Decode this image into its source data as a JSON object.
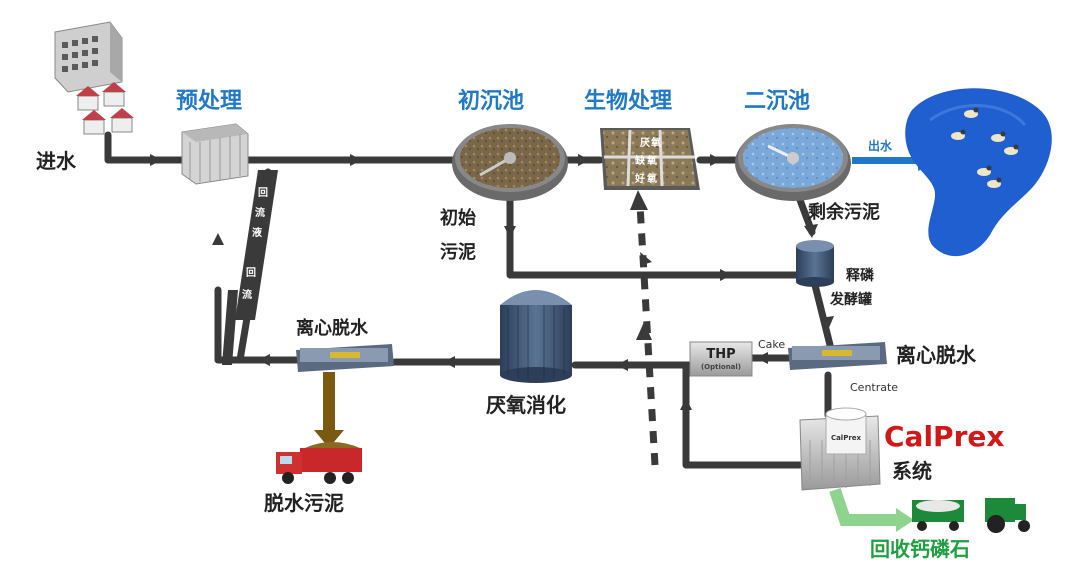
{
  "labels": {
    "inflow": "进水",
    "pretreatment": "预处理",
    "primary_clarifier": "初沉池",
    "biological_treatment": "生物处理",
    "secondary_clarifier": "二沉池",
    "outflow": "出水",
    "primary_sludge_1": "初始",
    "primary_sludge_2": "污泥",
    "excess_sludge": "剩余污泥",
    "p_release_1": "释磷",
    "p_release_2": "发酵罐",
    "centrifuge_left": "离心脱水",
    "centrifuge_right": "离心脱水",
    "anaerobic_digestion": "厌氧消化",
    "dewatered_sludge": "脱水污泥",
    "thp_title": "THP",
    "thp_sub": "(Optional)",
    "cake": "Cake",
    "centrate": "Centrate",
    "calprex_brand": "CalPrex",
    "calprex_system": "系统",
    "calprex_tank": "CalPrex",
    "recovered_phosphate": "回收钙磷石",
    "bio_tank_text": [
      "厌",
      "氧",
      "缺",
      "氧",
      "好",
      "氧"
    ],
    "return_stream": [
      "回",
      "流",
      "液",
      "",
      "回",
      "流"
    ]
  },
  "colors": {
    "pipe": "#3a3a3a",
    "label_blue": "#1f78c8",
    "label_dark": "#222222",
    "brand_red": "#d01818",
    "phosphate_green": "#1fa040",
    "lake": "#1f5fd0",
    "sludge_arrow": "#7a5a10",
    "green_arrow": "#8ed48e"
  },
  "icons": [
    "buildings-icon",
    "houses-icon",
    "pretreatment-building-icon",
    "clarifier-icon",
    "bioreactor-icon",
    "lake-icon",
    "duck-icon",
    "fermenter-tank-icon",
    "digester-tank-icon",
    "centrifuge-icon",
    "thp-box-icon",
    "calprex-system-icon",
    "dump-truck-icon",
    "tractor-trailer-icon"
  ]
}
